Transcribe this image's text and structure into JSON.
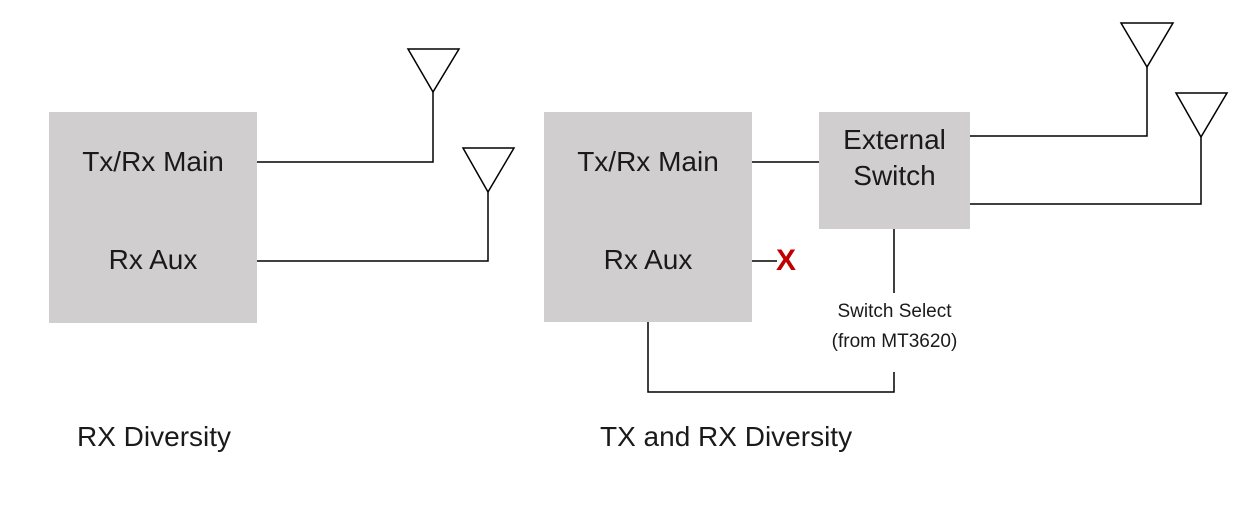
{
  "left_diagram": {
    "transceiver": {
      "port_main": "Tx/Rx Main",
      "port_aux": "Rx Aux"
    },
    "antennas": 2,
    "caption": "RX Diversity"
  },
  "right_diagram": {
    "transceiver": {
      "port_main": "Tx/Rx Main",
      "port_aux": "Rx Aux"
    },
    "external_switch": {
      "label_line1": "External",
      "label_line2": "Switch"
    },
    "blocked_marker": "X",
    "switch_select": {
      "line1": "Switch Select",
      "line2": "(from MT3620)"
    },
    "antennas": 2,
    "caption": "TX and RX Diversity"
  },
  "icons": {
    "antenna": "antenna-icon"
  },
  "colors": {
    "box_fill": "#d0cece",
    "line": "#000000",
    "text": "#1a1a1a",
    "blocked_x": "#c00000",
    "background": "#ffffff"
  }
}
